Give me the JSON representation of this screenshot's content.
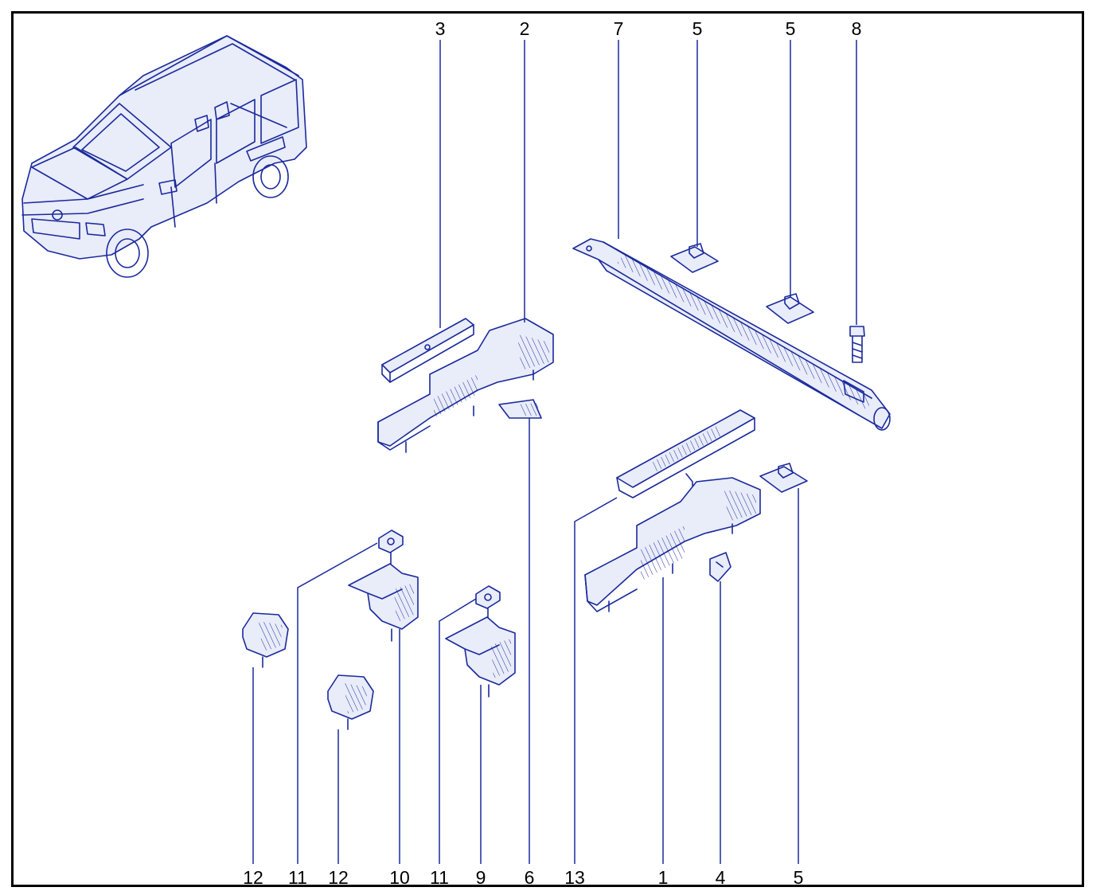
{
  "diagram": {
    "colors": {
      "line": "#1a2a9c",
      "text": "#000000",
      "frame": "#000000"
    },
    "callouts_top": [
      "3",
      "2",
      "7",
      "5",
      "5",
      "8"
    ],
    "callouts_bottom": [
      "12",
      "11",
      "12",
      "10",
      "11",
      "9",
      "6",
      "13",
      "1",
      "4",
      "5"
    ],
    "parts": [
      "vehicle-overview",
      "inner-rail-short",
      "side-member-left",
      "sill-rail-long",
      "fastener-clip",
      "bolt",
      "small-plate",
      "inner-rail-right",
      "side-member-right",
      "small-bracket",
      "mount-bracket",
      "nut-plate",
      "small-mount-bracket"
    ]
  }
}
